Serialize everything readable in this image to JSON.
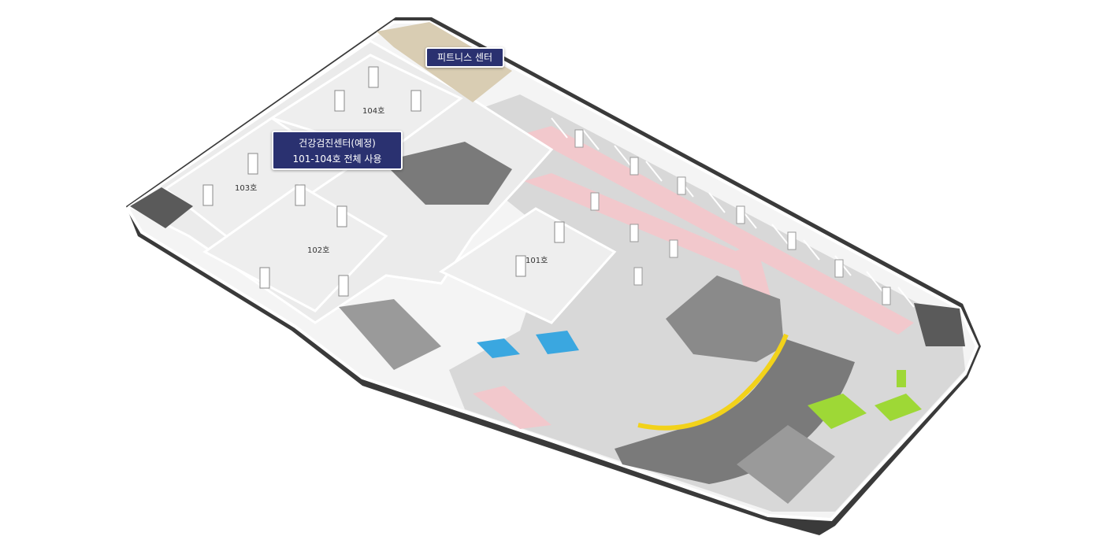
{
  "callouts": {
    "fitness": "피트니스 센터",
    "health_line1": "건강검진센터(예정)",
    "health_line2": "101-104호 전체 사용"
  },
  "rooms": {
    "r101": "101호",
    "r102": "102호",
    "r103": "103호",
    "r104": "104호"
  },
  "colors": {
    "callout_bg": "#2a3170",
    "parking_lane": "#f2c8cc",
    "ramp_edge": "#f2d21a",
    "ev_charging": "#9ed836",
    "accessible_parking": "#3aa7e0",
    "floor": "#d9d9d9",
    "wall": "#ffffff"
  }
}
